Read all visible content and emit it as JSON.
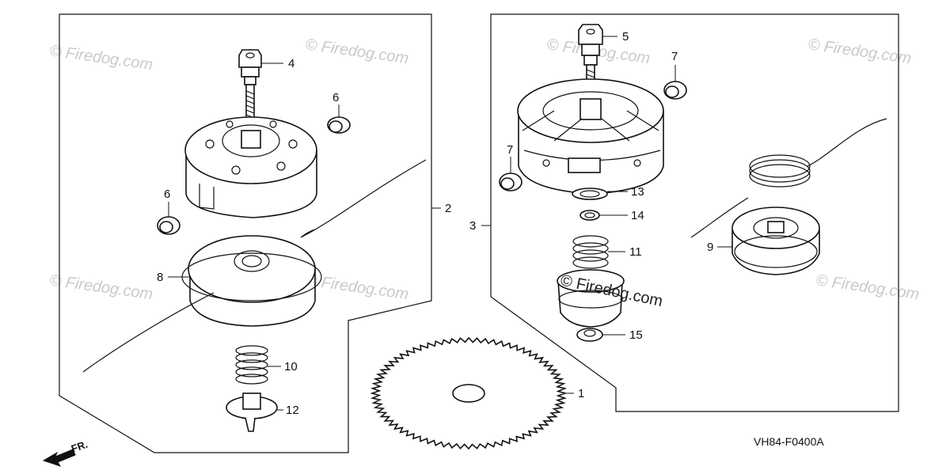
{
  "watermark": {
    "text": "© Firedog.com",
    "center_text": "© Firedog.com"
  },
  "reference_code": "VH84-F0400A",
  "direction": {
    "label": "FR."
  },
  "callouts": [
    {
      "id": "1",
      "part": "saw-blade"
    },
    {
      "id": "2",
      "part": "line-head-assembly-left-group"
    },
    {
      "id": "3",
      "part": "line-head-assembly-right-group"
    },
    {
      "id": "4",
      "part": "bolt-left"
    },
    {
      "id": "5",
      "part": "bolt-right"
    },
    {
      "id": "6",
      "part": "grommet-left-top"
    },
    {
      "id": "6",
      "part": "grommet-left-side"
    },
    {
      "id": "7",
      "part": "grommet-right-top"
    },
    {
      "id": "7",
      "part": "grommet-right-side"
    },
    {
      "id": "8",
      "part": "spool-cover-left"
    },
    {
      "id": "9",
      "part": "spool-right"
    },
    {
      "id": "10",
      "part": "spring-left"
    },
    {
      "id": "11",
      "part": "spring-right"
    },
    {
      "id": "12",
      "part": "bump-knob-left"
    },
    {
      "id": "13",
      "part": "washer-large"
    },
    {
      "id": "14",
      "part": "washer-small"
    },
    {
      "id": "15",
      "part": "nut-right"
    }
  ]
}
